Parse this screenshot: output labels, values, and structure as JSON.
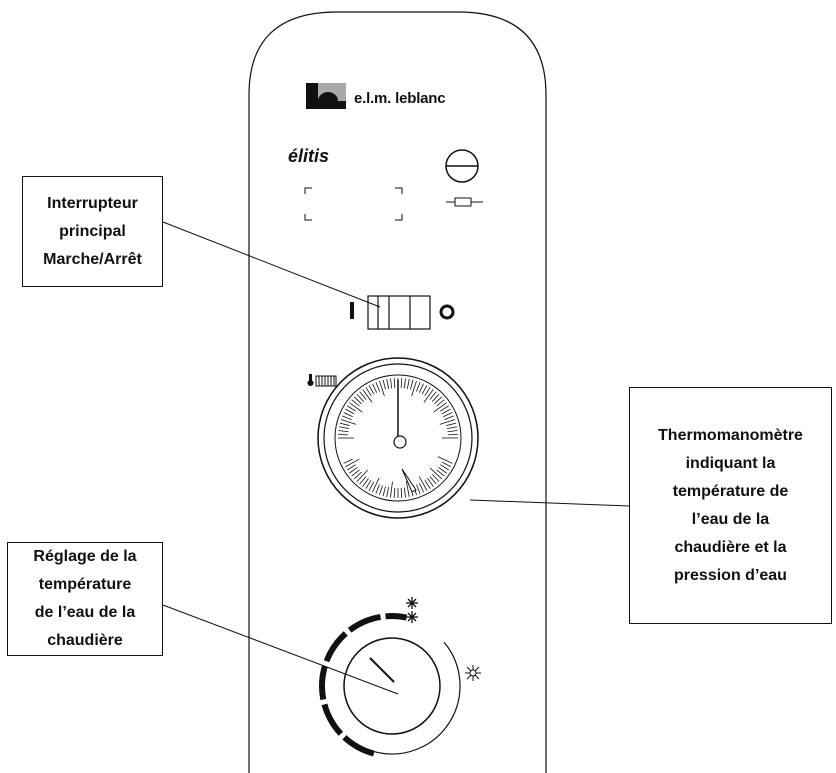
{
  "panel": {
    "brand": "e.l.m. leblanc",
    "model": "élitis"
  },
  "callouts": {
    "switch": [
      "Interrupteur",
      "principal",
      "Marche/Arrêt"
    ],
    "thermo": [
      "Thermomanomètre",
      "indiquant la",
      "température de",
      "l’eau de la",
      "chaudière et la",
      "pression d’eau"
    ],
    "temp": [
      "Réglage de la",
      "température",
      "de l’eau de la",
      "chaudière"
    ]
  },
  "icons": {
    "logo": "elm-leblanc-logo-icon",
    "fuse": "fuse-icon",
    "power_on": "power-on-icon",
    "power_off": "power-off-icon",
    "thermometer": "thermometer-icon",
    "radiator": "radiator-icon",
    "winter": "snowflake-icon",
    "summer": "sun-icon"
  }
}
